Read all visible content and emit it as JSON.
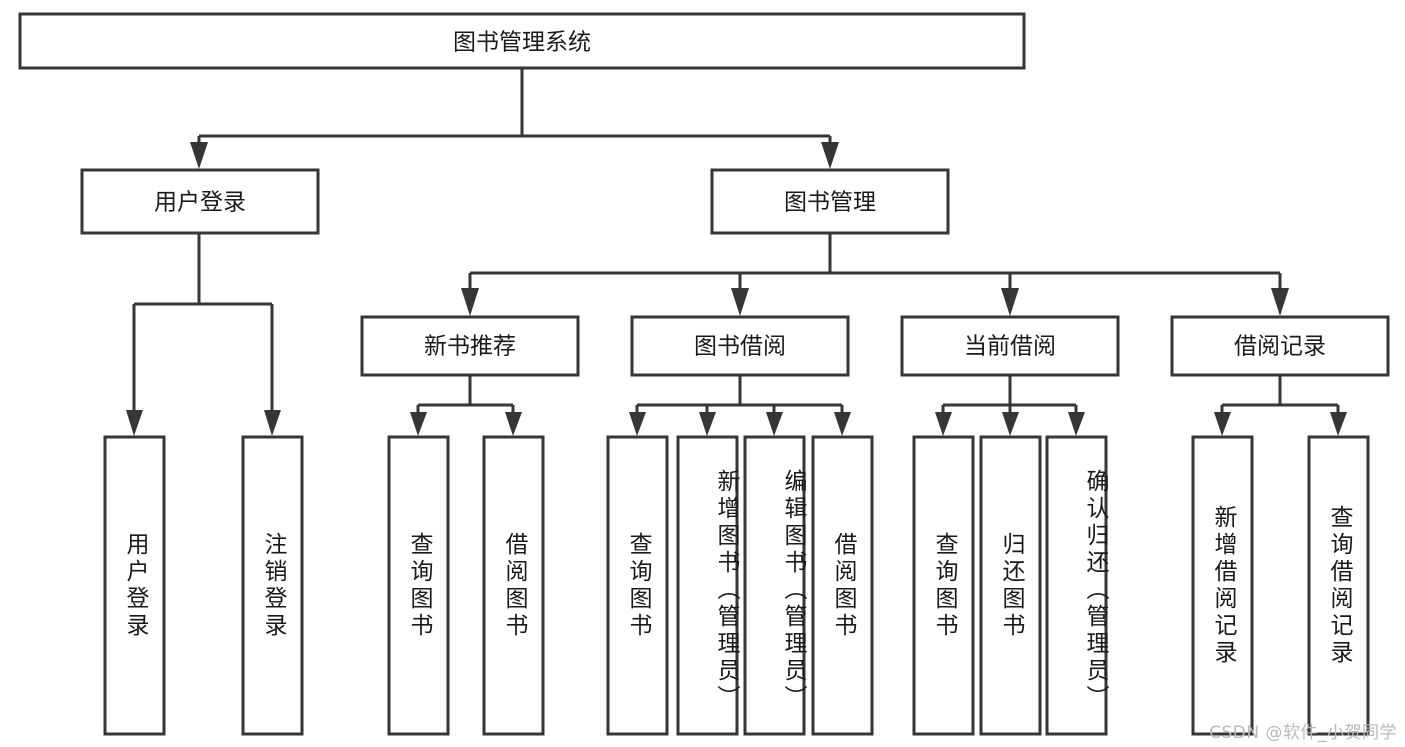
{
  "diagram": {
    "title": "图书管理系统",
    "type": "tree",
    "watermark": "CSDN @软件_小贺同学",
    "colors": {
      "stroke": "#363636",
      "fill": "#ffffff",
      "text": "#1a1a1a",
      "watermark": "#b9b9b9",
      "background": "#ffffff"
    },
    "levels": {
      "root": {
        "label": "图书管理系统"
      },
      "level2": [
        {
          "label": "用户登录"
        },
        {
          "label": "图书管理"
        }
      ],
      "level3": [
        {
          "label": "新书推荐"
        },
        {
          "label": "图书借阅"
        },
        {
          "label": "当前借阅"
        },
        {
          "label": "借阅记录"
        }
      ]
    },
    "nodes": {
      "root": "图书管理系统",
      "user_login": "用户登录",
      "book_manage": "图书管理",
      "new_book_rec": "新书推荐",
      "book_borrow": "图书借阅",
      "current_borrow": "当前借阅",
      "borrow_record": "借阅记录",
      "leaf_1": "用户登录",
      "leaf_2": "注销登录",
      "leaf_3": "查询图书",
      "leaf_4": "借阅图书",
      "leaf_5": "查询图书",
      "leaf_6": "新增图书（管理员）",
      "leaf_7": "编辑图书（管理员）",
      "leaf_8": "借阅图书",
      "leaf_9": "查询图书",
      "leaf_10": "归还图书",
      "leaf_11": "确认归还（管理员）",
      "leaf_12": "新增借阅记录",
      "leaf_13": "查询借阅记录"
    }
  }
}
